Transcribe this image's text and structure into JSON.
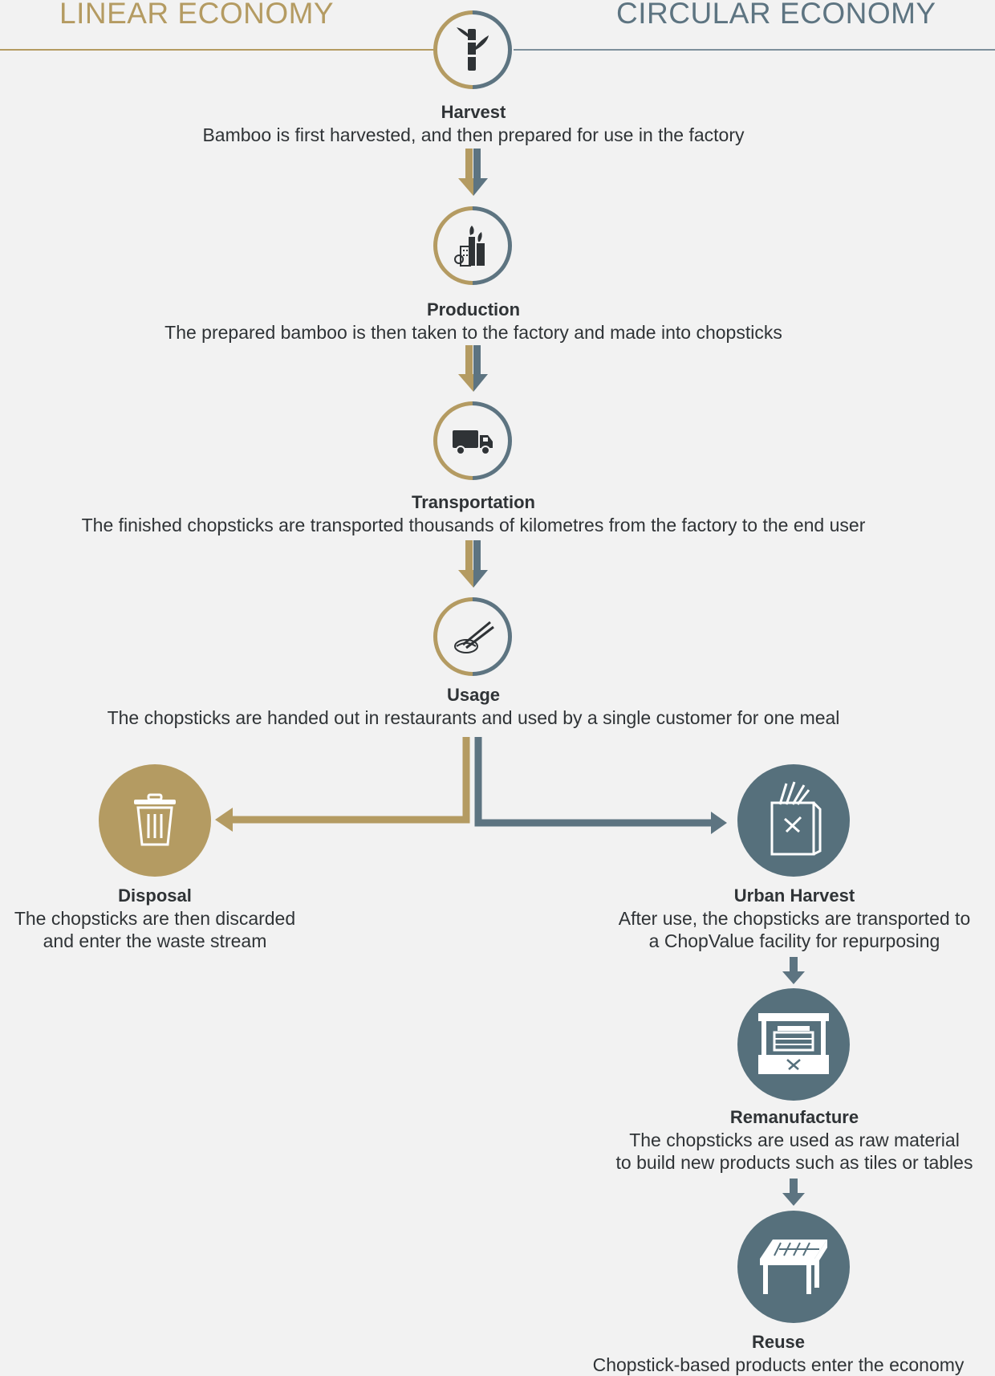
{
  "headers": {
    "linear": "LINEAR ECONOMY",
    "circular": "CIRCULAR ECONOMY"
  },
  "colors": {
    "linear": "#b49b62",
    "circular": "#5d7481",
    "background": "#f2f2f2"
  },
  "steps": {
    "harvest": {
      "title": "Harvest",
      "desc": "Bamboo is first harvested, and then prepared for use in the factory",
      "icon": "bamboo-icon"
    },
    "production": {
      "title": "Production",
      "desc": "The prepared bamboo is then taken to the factory and made into chopsticks",
      "icon": "factory-icon"
    },
    "transportation": {
      "title": "Transportation",
      "desc": "The finished chopsticks are transported thousands of kilometres from the factory to the end user",
      "icon": "truck-icon"
    },
    "usage": {
      "title": "Usage",
      "desc": "The chopsticks are handed out in restaurants and used by a single customer for one meal",
      "icon": "chopsticks-sushi-icon"
    },
    "disposal": {
      "title": "Disposal",
      "desc": "The chopsticks are then discarded\nand enter the waste stream",
      "icon": "trash-can-icon"
    },
    "urban_harvest": {
      "title": "Urban Harvest",
      "desc": "After use, the chopsticks are transported to\na ChopValue facility for repurposing",
      "icon": "collection-bag-icon"
    },
    "remanufacture": {
      "title": "Remanufacture",
      "desc": "The chopsticks are used as raw material\nto build new products such as tiles or tables",
      "icon": "press-machine-icon"
    },
    "reuse": {
      "title": "Reuse",
      "desc": "Chopstick-based products enter the economy",
      "icon": "table-icon"
    }
  }
}
